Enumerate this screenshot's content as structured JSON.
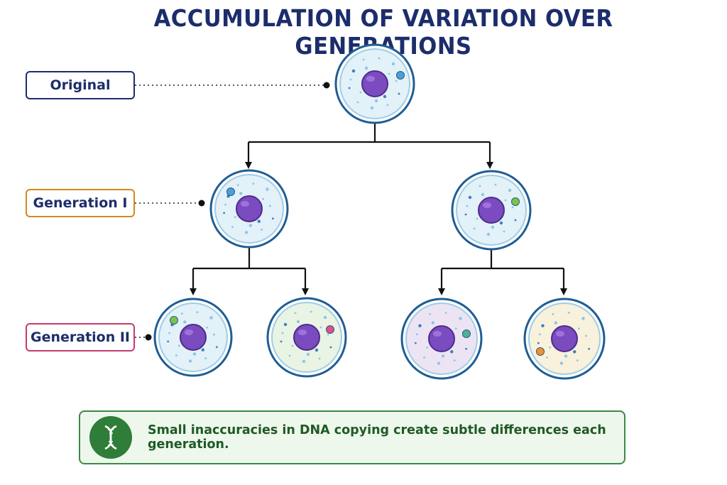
{
  "title": "ACCUMULATION OF VARIATION OVER GENERATIONS",
  "labels": {
    "original": "Original",
    "generation_1": "Generation I",
    "generation_2": "Generation II"
  },
  "label_colors": {
    "original": "#1c2d6b",
    "generation_1": "#d08a1e",
    "generation_2": "#c73a6e"
  },
  "cells": [
    {
      "id": "original",
      "fill": "#e3f1f8",
      "extra_dot_color": "#4aa0d8"
    },
    {
      "id": "gen1-left",
      "fill": "#e3f1f8",
      "extra_dot_color": "#4aa0d8"
    },
    {
      "id": "gen1-right",
      "fill": "#e3f1f8",
      "extra_dot_color": "#7cc34a"
    },
    {
      "id": "gen2-a",
      "fill": "#e3f1f8",
      "extra_dot_color": "#7cc34a"
    },
    {
      "id": "gen2-b",
      "fill": "#e9f4e4",
      "extra_dot_color": "#e0508a"
    },
    {
      "id": "gen2-c",
      "fill": "#ece4f3",
      "extra_dot_color": "#4eb09a"
    },
    {
      "id": "gen2-d",
      "fill": "#f8f1dc",
      "extra_dot_color": "#f0922e"
    }
  ],
  "note": {
    "icon": "dna-icon",
    "text": "Small inaccuracies in DNA copying create subtle differences each generation."
  }
}
